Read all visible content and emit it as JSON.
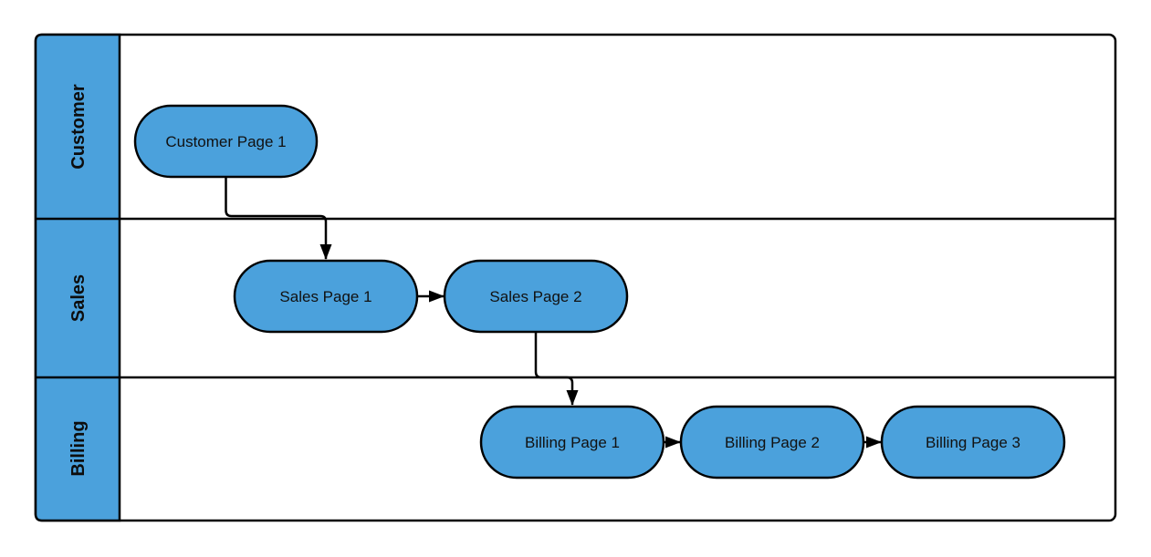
{
  "diagram": {
    "type": "swimlane-flowchart",
    "lanes": [
      {
        "label": "Customer",
        "nodes": [
          {
            "label": "Customer Page 1",
            "shape": "terminator"
          }
        ]
      },
      {
        "label": "Sales",
        "nodes": [
          {
            "label": "Sales Page 1",
            "shape": "terminator"
          },
          {
            "label": "Sales Page 2",
            "shape": "terminator"
          }
        ]
      },
      {
        "label": "Billing",
        "nodes": [
          {
            "label": "Billing Page 1",
            "shape": "terminator"
          },
          {
            "label": "Billing Page 2",
            "shape": "terminator"
          },
          {
            "label": "Billing Page 3",
            "shape": "terminator"
          }
        ]
      }
    ],
    "connectors": [
      {
        "from": "Customer Page 1",
        "to": "Sales Page 1",
        "style": "elbow-arrow"
      },
      {
        "from": "Sales Page 1",
        "to": "Sales Page 2",
        "style": "straight-arrow"
      },
      {
        "from": "Sales Page 2",
        "to": "Billing Page 1",
        "style": "elbow-arrow"
      },
      {
        "from": "Billing Page 1",
        "to": "Billing Page 2",
        "style": "straight-arrow"
      },
      {
        "from": "Billing Page 2",
        "to": "Billing Page 3",
        "style": "straight-arrow"
      }
    ],
    "colors": {
      "shape_fill": "#4BA1DC",
      "shape_stroke": "#000000",
      "connector": "#000000",
      "label_text": "#111111",
      "background": "#FFFFFF"
    }
  }
}
